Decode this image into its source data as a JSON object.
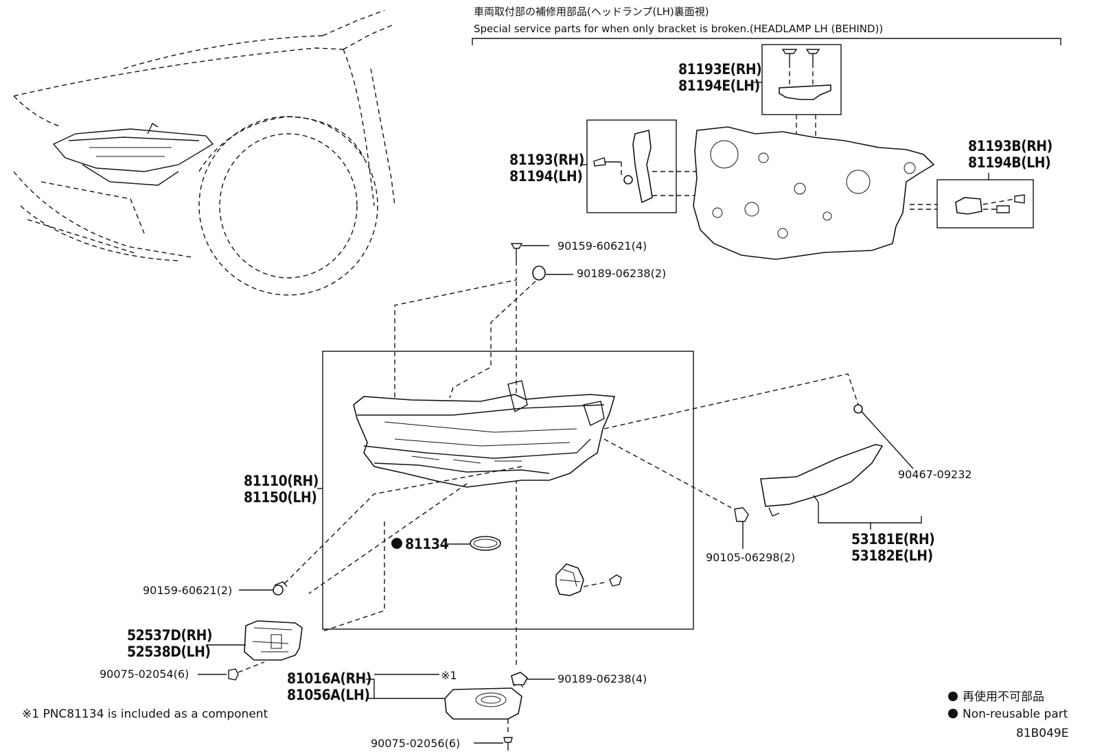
{
  "header": {
    "jp": "車両取付部の補修用部品(ヘッドランプ(LH)裏面視)",
    "en": "Special service parts for when only bracket is broken.(HEADLAMP LH (BEHIND))"
  },
  "parts": {
    "p81193E": [
      "81193E(RH)",
      "81194E(LH)"
    ],
    "p81193": [
      "81193(RH)",
      "81194(LH)"
    ],
    "p81193B": [
      "81193B(RH)",
      "81194B(LH)"
    ],
    "p90159_4": "90159-60621(4)",
    "p90189_2": "90189-06238(2)",
    "p81110": [
      "81110(RH)",
      "81150(LH)"
    ],
    "p81134": "81134",
    "p90467": "90467-09232",
    "p53181E": [
      "53181E(RH)",
      "53182E(LH)"
    ],
    "p90105": "90105-06298(2)",
    "p90159_2": "90159-60621(2)",
    "p52537D": [
      "52537D(RH)",
      "52538D(LH)"
    ],
    "p90075_6a": "90075-02054(6)",
    "p81016A": [
      "81016A(RH)",
      "81056A(LH)"
    ],
    "mark1": "※1",
    "p90189_4": "90189-06238(4)",
    "p90075_6b": "90075-02056(6)"
  },
  "footnote": "※1 PNC81134 is included as a component",
  "legend": {
    "jp": "再使用不可部品",
    "en": "Non-reusable part"
  },
  "diagram_id": "81B049E"
}
